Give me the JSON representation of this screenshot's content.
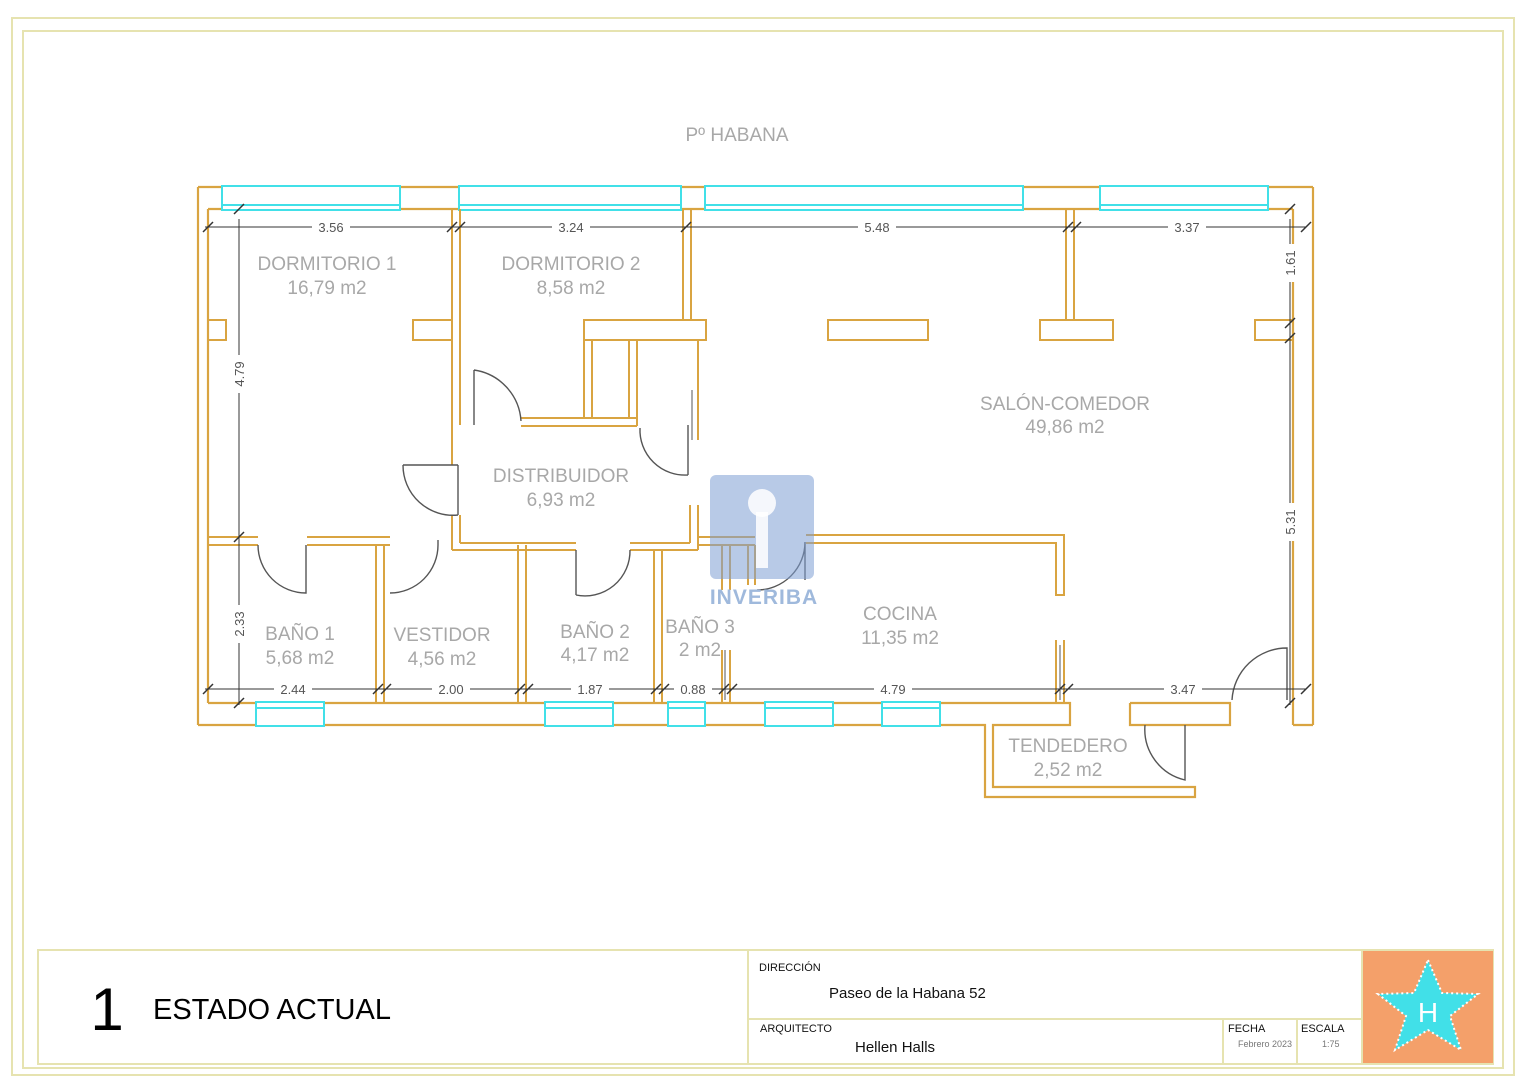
{
  "street": "Pº HABANA",
  "rooms": [
    {
      "name": "DORMITORIO 1",
      "area": "16,79 m2"
    },
    {
      "name": "DORMITORIO 2",
      "area": "8,58 m2"
    },
    {
      "name": "SALÓN-COMEDOR",
      "area": "49,86 m2"
    },
    {
      "name": "DISTRIBUIDOR",
      "area": "6,93 m2"
    },
    {
      "name": "COCINA",
      "area": "11,35 m2"
    },
    {
      "name": "BAÑO 1",
      "area": "5,68 m2"
    },
    {
      "name": "VESTIDOR",
      "area": "4,56 m2"
    },
    {
      "name": "BAÑO 2",
      "area": "4,17 m2"
    },
    {
      "name": "BAÑO 3",
      "area": "2 m2"
    },
    {
      "name": "TENDEDERO",
      "area": "2,52 m2"
    }
  ],
  "dimensions": {
    "top": [
      "3.56",
      "3.24",
      "5.48",
      "3.37"
    ],
    "bottom": [
      "2.44",
      "2.00",
      "1.87",
      "0.88",
      "4.79",
      "3.47"
    ],
    "left": [
      "4.79",
      "2.33"
    ],
    "right": [
      "1.61",
      "5.31"
    ]
  },
  "watermark": "INVERIBA",
  "title_block": {
    "number": "1",
    "title": "ESTADO ACTUAL",
    "direccion_label": "DIRECCIÓN",
    "direccion_value": "Paseo de la Habana 52",
    "arquitecto_label": "ARQUITECTO",
    "arquitecto_value": "Hellen Halls",
    "fecha_label": "FECHA",
    "fecha_value": "Febrero 2023",
    "escala_label": "ESCALA",
    "escala_value": "1:75",
    "logo_letter": "H"
  },
  "colors": {
    "wall": "#d9a441",
    "window": "#41e0e8",
    "frame": "#e6e3b0",
    "logo_bg": "#f4a06a",
    "watermark": "#7d9fd3"
  }
}
